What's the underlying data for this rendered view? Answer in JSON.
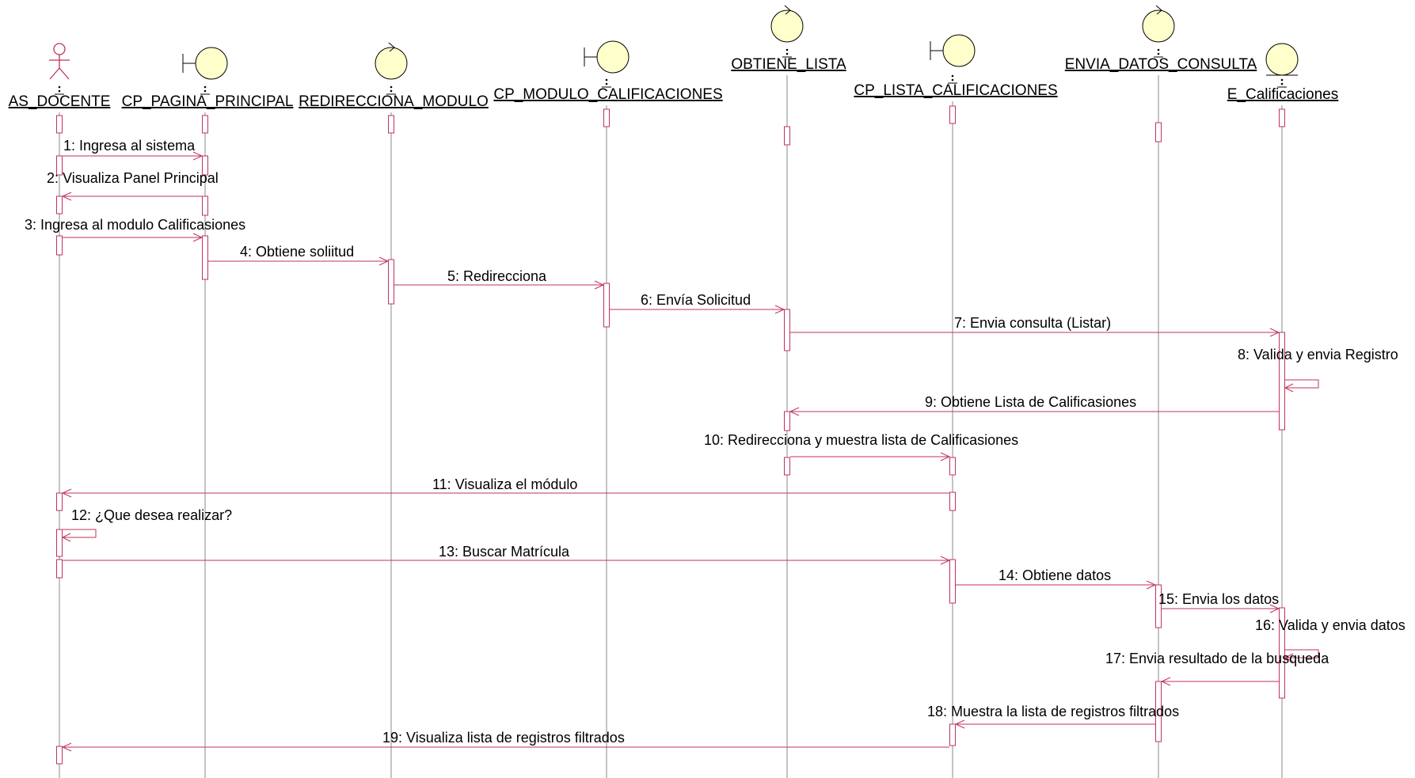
{
  "diagram": {
    "type": "sequence",
    "colors": {
      "lifeline": "#888888",
      "activation": "#c0335a",
      "message": "#c0335a",
      "icon_fill": "#ffffcc",
      "icon_stroke": "#000000",
      "actor_stroke": "#c0335a"
    },
    "objects": [
      {
        "id": "as_docente",
        "name": "AS_DOCENTE",
        "kind": "actor",
        "icon": "actor-icon"
      },
      {
        "id": "cp_pagina_principal",
        "name": "CP_PAGINA_PRINCIPAL",
        "kind": "boundary",
        "icon": "boundary-icon"
      },
      {
        "id": "redirecciona_modulo",
        "name": "REDIRECCIONA_MODULO",
        "kind": "control",
        "icon": "control-icon"
      },
      {
        "id": "cp_modulo_calificaciones",
        "name": "CP_MODULO_CALIFICACIONES",
        "kind": "boundary",
        "icon": "boundary-icon"
      },
      {
        "id": "obtiene_lista",
        "name": "OBTIENE_LISTA",
        "kind": "control",
        "icon": "control-icon"
      },
      {
        "id": "cp_lista_calificaciones",
        "name": "CP_LISTA_CALIFICACIONES",
        "kind": "boundary",
        "icon": "boundary-icon"
      },
      {
        "id": "envia_datos_consulta",
        "name": "ENVIA_DATOS_CONSULTA",
        "kind": "control",
        "icon": "control-icon"
      },
      {
        "id": "e_calificaciones",
        "name": "E_Calificaciones",
        "kind": "entity",
        "icon": "entity-icon"
      }
    ],
    "messages": [
      {
        "n": 1,
        "text": "1: Ingresa al sistema",
        "from": "as_docente",
        "to": "cp_pagina_principal"
      },
      {
        "n": 2,
        "text": "2: Visualiza Panel Principal",
        "from": "cp_pagina_principal",
        "to": "as_docente"
      },
      {
        "n": 3,
        "text": "3: Ingresa al modulo Calificasiones",
        "from": "as_docente",
        "to": "cp_pagina_principal"
      },
      {
        "n": 4,
        "text": "4: Obtiene soliitud",
        "from": "cp_pagina_principal",
        "to": "redirecciona_modulo"
      },
      {
        "n": 5,
        "text": "5: Redirecciona",
        "from": "redirecciona_modulo",
        "to": "cp_modulo_calificaciones"
      },
      {
        "n": 6,
        "text": "6: Envía Solicitud",
        "from": "cp_modulo_calificaciones",
        "to": "obtiene_lista"
      },
      {
        "n": 7,
        "text": "7: Envia consulta (Listar)",
        "from": "obtiene_lista",
        "to": "e_calificaciones"
      },
      {
        "n": 8,
        "text": "8: Valida y envia Registro",
        "from": "e_calificaciones",
        "to": "e_calificaciones"
      },
      {
        "n": 9,
        "text": "9: Obtiene Lista de Calificasiones",
        "from": "e_calificaciones",
        "to": "obtiene_lista"
      },
      {
        "n": 10,
        "text": "10: Redirecciona y muestra lista de Calificasiones",
        "from": "obtiene_lista",
        "to": "cp_lista_calificaciones"
      },
      {
        "n": 11,
        "text": "11: Visualiza el módulo",
        "from": "cp_lista_calificaciones",
        "to": "as_docente"
      },
      {
        "n": 12,
        "text": "12: ¿Que desea realizar?",
        "from": "as_docente",
        "to": "as_docente"
      },
      {
        "n": 13,
        "text": "13: Buscar Matrícula",
        "from": "as_docente",
        "to": "cp_lista_calificaciones"
      },
      {
        "n": 14,
        "text": "14: Obtiene datos",
        "from": "cp_lista_calificaciones",
        "to": "envia_datos_consulta"
      },
      {
        "n": 15,
        "text": "15: Envia los datos",
        "from": "envia_datos_consulta",
        "to": "e_calificaciones"
      },
      {
        "n": 16,
        "text": "16: Valida y envia datos",
        "from": "e_calificaciones",
        "to": "e_calificaciones"
      },
      {
        "n": 17,
        "text": "17: Envia resultado de la busqueda",
        "from": "e_calificaciones",
        "to": "envia_datos_consulta"
      },
      {
        "n": 18,
        "text": "18: Muestra la lista de registros filtrados",
        "from": "envia_datos_consulta",
        "to": "cp_lista_calificaciones"
      },
      {
        "n": 19,
        "text": "19: Visualiza lista de registros filtrados",
        "from": "cp_lista_calificaciones",
        "to": "as_docente"
      }
    ]
  }
}
